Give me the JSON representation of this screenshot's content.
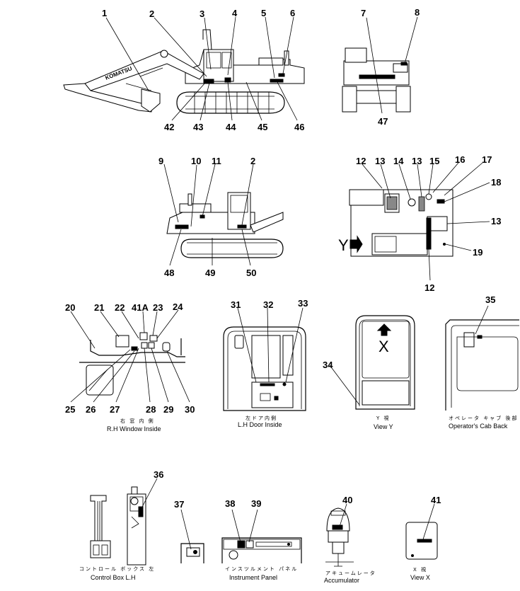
{
  "brand": "KOMATSU",
  "part_numbers": {
    "n1": "1",
    "n2": "2",
    "n3": "3",
    "n4": "4",
    "n5": "5",
    "n6": "6",
    "n7": "7",
    "n8": "8",
    "n9": "9",
    "n10": "10",
    "n11": "11",
    "n2b": "2",
    "n12a": "12",
    "n13a": "13",
    "n14": "14",
    "n13b": "13",
    "n15": "15",
    "n16": "16",
    "n17": "17",
    "n18": "18",
    "n13c": "13",
    "n19": "19",
    "n12b": "12",
    "n20": "20",
    "n21": "21",
    "n22": "22",
    "n41a": "41A",
    "n23": "23",
    "n24": "24",
    "n25": "25",
    "n26": "26",
    "n27": "27",
    "n28": "28",
    "n29": "29",
    "n30": "30",
    "n31": "31",
    "n32": "32",
    "n33": "33",
    "n34": "34",
    "n35": "35",
    "n36": "36",
    "n37": "37",
    "n38": "38",
    "n39": "39",
    "n40": "40",
    "n41": "41",
    "n42": "42",
    "n43": "43",
    "n44": "44",
    "n45": "45",
    "n46": "46",
    "n47": "47",
    "n48": "48",
    "n49": "49",
    "n50": "50"
  },
  "arrow_labels": {
    "y": "Y",
    "x": "X"
  },
  "captions": {
    "rh_window_jp": "右 窓 内 側",
    "rh_window_en": "R.H Window Inside",
    "lh_door_jp": "左ドア内側",
    "lh_door_en": "L.H Door Inside",
    "view_y_jp": "Y 視",
    "view_y_en": "View Y",
    "cab_back_jp": "オペレータ キャブ 後部",
    "cab_back_en": "Operator's Cab Back",
    "control_box_jp": "コントロール ボックス 左",
    "control_box_en": "Control Box L.H",
    "instrument_jp": "インスツルメント パネル",
    "instrument_en": "Instrument Panel",
    "accumulator_jp": "アキュームレータ",
    "accumulator_en": "Accumulator",
    "view_x_jp": "X 視",
    "view_x_en": "View X"
  }
}
